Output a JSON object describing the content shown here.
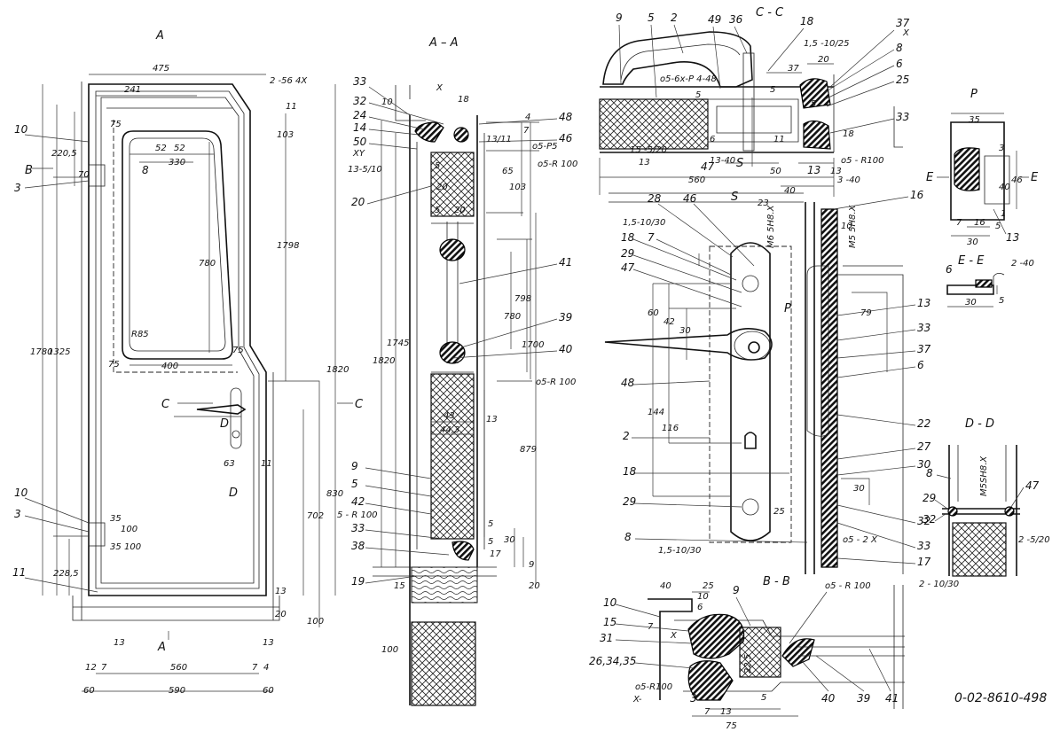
{
  "sections": {
    "a_mark": "A",
    "aa": "A – A",
    "cc": "C - C",
    "p": "P",
    "ee": "E - E",
    "dd": "D - D",
    "bb": "B - B",
    "a_cut": "A",
    "b_cut": "B",
    "c_left": "C",
    "c_right": "C",
    "d_upper": "D",
    "d_lower": "D",
    "p_arrow": "P",
    "e_left": "E",
    "e_right": "E",
    "s1": "S",
    "s2": "S"
  },
  "drawing_number": "0-02-8610-498",
  "front_view": {
    "dims": {
      "w475": "475",
      "w241": "241",
      "weld": "2 -56 4X",
      "d11top": "11",
      "d75a": "75",
      "d52a": "52",
      "d52b": "52",
      "d330": "330",
      "d103": "103",
      "d2205": "220,5",
      "d70": "70",
      "d780": "780",
      "d1798": "1798",
      "d1780": "1780",
      "d1325": "1325",
      "d1820": "1820",
      "r885": "R85",
      "d75b": "75",
      "d400": "400",
      "d75c": "75",
      "d63": "63",
      "d11mid": "11",
      "d830": "830",
      "d702": "702",
      "d35a": "35",
      "d100a": "100",
      "d35b": "35",
      "d100b": "100",
      "d2285": "228,5",
      "d13a": "13",
      "d20a": "20",
      "d100c": "100",
      "d13b": "13",
      "d13c": "13",
      "d12": "12",
      "d7a": "7",
      "d560": "560",
      "d7b": "7",
      "d4": "4",
      "d60a": "60",
      "d590": "590",
      "d60b": "60"
    },
    "callouts": {
      "c10a": "10",
      "c3a": "3",
      "c10b": "10",
      "c3b": "3",
      "c11": "11",
      "c8": "8"
    }
  },
  "section_aa": {
    "dims": {
      "x": "X",
      "d18": "18",
      "d10": "10",
      "d4": "4",
      "d7": "7",
      "d1311": "13/11",
      "d65": "65",
      "d103": "103",
      "d5a": "5",
      "d20a": "20",
      "d5b": "5",
      "d20b": "20",
      "d780": "780",
      "d798": "798",
      "d1700": "1700",
      "d1820": "1820",
      "d1745": "1745",
      "d43": "43",
      "d443": "44,3",
      "d13": "13",
      "d879": "879",
      "d5c": "5",
      "d30": "30",
      "d5d": "5",
      "d17": "17",
      "d15": "15",
      "d9": "9",
      "d20c": "20",
      "d100": "100"
    },
    "notes": {
      "xy": "XY",
      "weld": "13-5/10",
      "o5p5": "o5-P5",
      "o5r100a": "o5-R 100",
      "o5r100b": "o5-R 100",
      "r100": "5 - R 100"
    },
    "callouts": {
      "c33a": "33",
      "c32": "32",
      "c24": "24",
      "c14": "14",
      "c50": "50",
      "c20": "20",
      "c48": "48",
      "c46": "46",
      "c41": "41",
      "c39": "39",
      "c40": "40",
      "c9": "9",
      "c5": "5",
      "c42": "42",
      "c33b": "33",
      "c38": "38",
      "c19": "19"
    }
  },
  "section_cc": {
    "dims": {
      "d5a": "5",
      "d6": "6",
      "d11": "11",
      "d37": "37",
      "d20": "20",
      "d5b": "5",
      "d50": "50",
      "d13a": "13",
      "d560": "560",
      "d40": "40",
      "d13b": "13",
      "d18": "18",
      "d5c": "5"
    },
    "notes": {
      "w1": "1,5 -10/25",
      "w2": "o5-6x-P 4-48",
      "w3": "15 -5/20",
      "w4": "13-40",
      "w5": "3 -40",
      "w6": "o5 - R100",
      "w7": "X"
    },
    "callouts": {
      "c9": "9",
      "c5": "5",
      "c2": "2",
      "c49": "49",
      "c36": "36",
      "c18": "18",
      "c37": "37",
      "c8": "8",
      "c6": "6",
      "c25": "25",
      "c33": "33",
      "c47": "47",
      "c13": "13"
    }
  },
  "handle_view": {
    "dims": {
      "d23": "23",
      "m6": "M6 5H8.X",
      "m5": "M5 5H8.X",
      "d10": "10",
      "d60": "60",
      "d42": "42",
      "d30a": "30",
      "d79": "79",
      "d144": "144",
      "d116": "116",
      "d25": "25",
      "d30b": "30"
    },
    "notes": {
      "w1": "1,5-10/30",
      "w2": "1,5-10/30",
      "w3": "o5 - 2  X",
      "w4": "2 - 10/30"
    },
    "callouts": {
      "c28": "28",
      "c46": "46",
      "c7": "7",
      "c18a": "18",
      "c29a": "29",
      "c47": "47",
      "c48": "48",
      "c2": "2",
      "c18b": "18",
      "c29b": "29",
      "c8": "8",
      "c16": "16",
      "c13": "13",
      "c33a": "33",
      "c37": "37",
      "c6": "6",
      "c22": "22",
      "c27": "27",
      "c30": "30",
      "c32": "32",
      "c33b": "33",
      "c17": "17"
    }
  },
  "view_p": {
    "dims": {
      "d35": "35",
      "d3": "3",
      "d46": "46",
      "d40": "40",
      "d7": "7",
      "d16": "16",
      "d30": "30",
      "d1": "1",
      "d5": "5"
    },
    "callouts": {
      "c13": "13"
    }
  },
  "view_ee": {
    "dims": {
      "d30": "30",
      "d5": "5"
    },
    "notes": {
      "w1": "2 -40"
    },
    "callouts": {
      "c6": "6"
    }
  },
  "view_dd": {
    "dims": {
      "m5": "M5SH8.X"
    },
    "notes": {
      "w1": "2 -5/20"
    },
    "callouts": {
      "c8": "8",
      "c29": "29",
      "c47": "47",
      "c32": "32"
    }
  },
  "bottom_detail": {
    "dims": {
      "d40": "40",
      "d25": "25",
      "d10": "10",
      "d6": "6",
      "d7a": "7",
      "x": "X",
      "d225": "22,5",
      "d7b": "7",
      "d13": "13",
      "d5": "5",
      "d75": "75"
    },
    "notes": {
      "w1": "o5 - R 100",
      "w2": "o5-R100",
      "x2": "X-"
    },
    "callouts": {
      "c10": "10",
      "c15": "15",
      "c31": "31",
      "c26": "26,34,35",
      "c3": "3",
      "c9": "9",
      "c40": "40",
      "c39": "39",
      "c41": "41"
    }
  }
}
